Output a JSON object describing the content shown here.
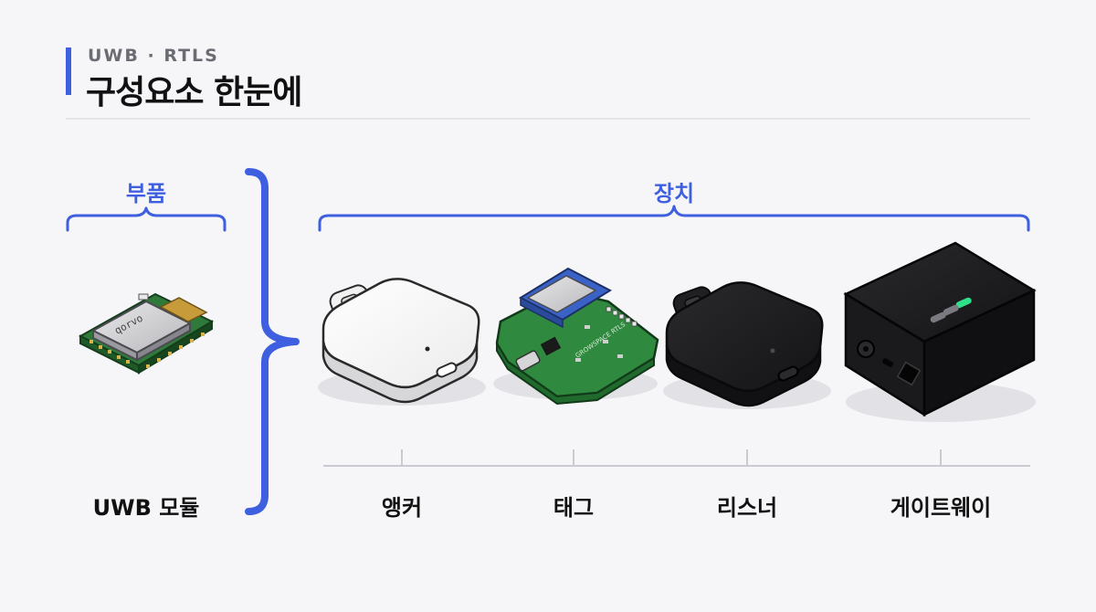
{
  "header": {
    "subtitle": "UWB · RTLS",
    "title": "구성요소 한눈에"
  },
  "groups": {
    "parts": {
      "label": "부품"
    },
    "devices": {
      "label": "장치"
    }
  },
  "captions": {
    "module": "UWB 모듈",
    "anchor": "앵커",
    "tag": "태그",
    "listener": "리스너",
    "gateway": "게이트웨이"
  },
  "product_text": {
    "chip_brand": "qorvo",
    "tag_board_print": "GROWSPACE RTLS"
  },
  "colors": {
    "accent": "#3d5fe0",
    "pcb_green": "#2f7a3a",
    "anchor_white": "#f4f4f4",
    "device_black": "#1c1c1e",
    "status_led": "#2ee08a"
  }
}
